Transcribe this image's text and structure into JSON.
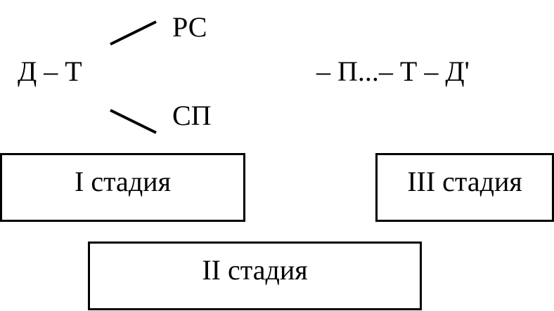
{
  "formula": {
    "start": "Д – Т",
    "branch_top": "РС",
    "branch_bottom": "СП",
    "end": "– П...– Т – Д'"
  },
  "stages": {
    "stage1": "I стадия",
    "stage2": "II стадия",
    "stage3": "III стадия"
  }
}
